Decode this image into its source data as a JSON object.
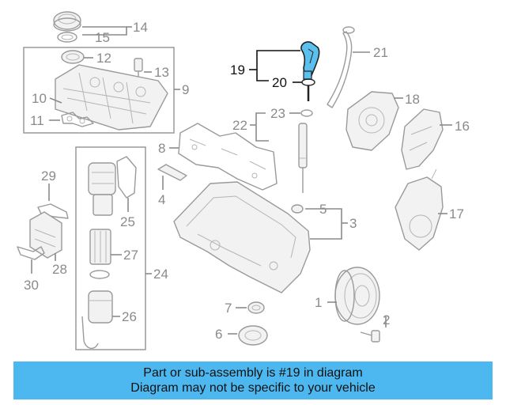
{
  "callouts": {
    "c1": "1",
    "c2": "2",
    "c3": "3",
    "c4": "4",
    "c5": "5",
    "c6": "6",
    "c7": "7",
    "c8": "8",
    "c9": "9",
    "c10": "10",
    "c11": "11",
    "c12": "12",
    "c13": "13",
    "c14": "14",
    "c15": "15",
    "c16": "16",
    "c17": "17",
    "c18": "18",
    "c19": "19",
    "c20": "20",
    "c21": "21",
    "c22": "22",
    "c23": "23",
    "c24": "24",
    "c25": "25",
    "c26": "26",
    "c27": "27",
    "c28": "28",
    "c29": "29",
    "c30": "30"
  },
  "highlight": {
    "part_number": "19",
    "color": "#5cc0ee"
  },
  "colors": {
    "banner": "#4db8f0",
    "callout": "#8a8a8a",
    "highlight_text": "#111111"
  },
  "banner": {
    "line1": "Part or sub-assembly is #19 in diagram",
    "line2": "Diagram may not be specific to your vehicle"
  }
}
